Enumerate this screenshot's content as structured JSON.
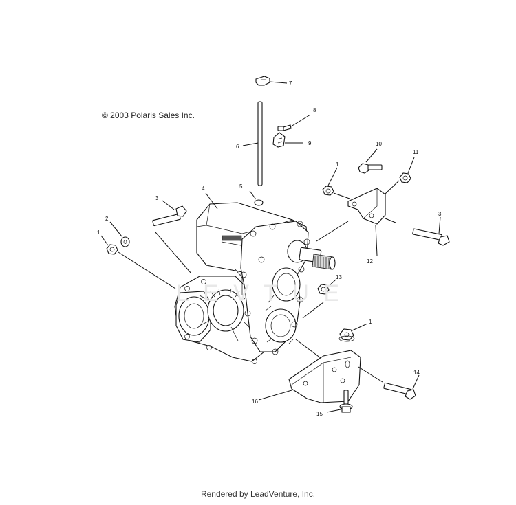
{
  "copyright": "© 2003 Polaris Sales Inc.",
  "footer": "Rendered by LeadVenture, Inc.",
  "callouts": {
    "c1a": "1",
    "c1b": "1",
    "c1c": "1",
    "c2": "2",
    "c3a": "3",
    "c3b": "3",
    "c4": "4",
    "c5": "5",
    "c6": "6",
    "c7": "7",
    "c8": "8",
    "c9": "9",
    "c10": "10",
    "c11": "11",
    "c12": "12",
    "c13": "13",
    "c14": "14",
    "c15": "15",
    "c16": "16"
  }
}
